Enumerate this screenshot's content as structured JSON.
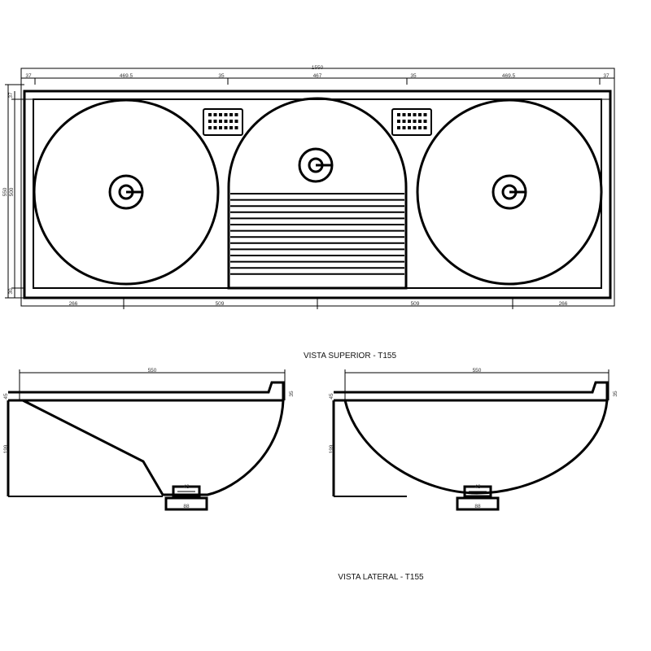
{
  "top_view": {
    "overall_width": "1550",
    "top_dims": [
      "37",
      "469.5",
      "35",
      "467",
      "35",
      "469.5",
      "37"
    ],
    "bottom_dims": [
      "266",
      "509",
      "509",
      "266"
    ],
    "left_dims": [
      "37",
      "550",
      "500",
      "30"
    ],
    "caption": "VISTA SUPERIOR - T155"
  },
  "side_left": {
    "width": "550",
    "lip": "35",
    "rim": "45",
    "depth": "199",
    "drain_top": "48",
    "drain_base": "88"
  },
  "side_right": {
    "width": "550",
    "lip": "35",
    "rim": "45",
    "depth": "199",
    "drain_top": "48",
    "drain_base": "88"
  },
  "side_caption": "VISTA LATERAL - T155"
}
